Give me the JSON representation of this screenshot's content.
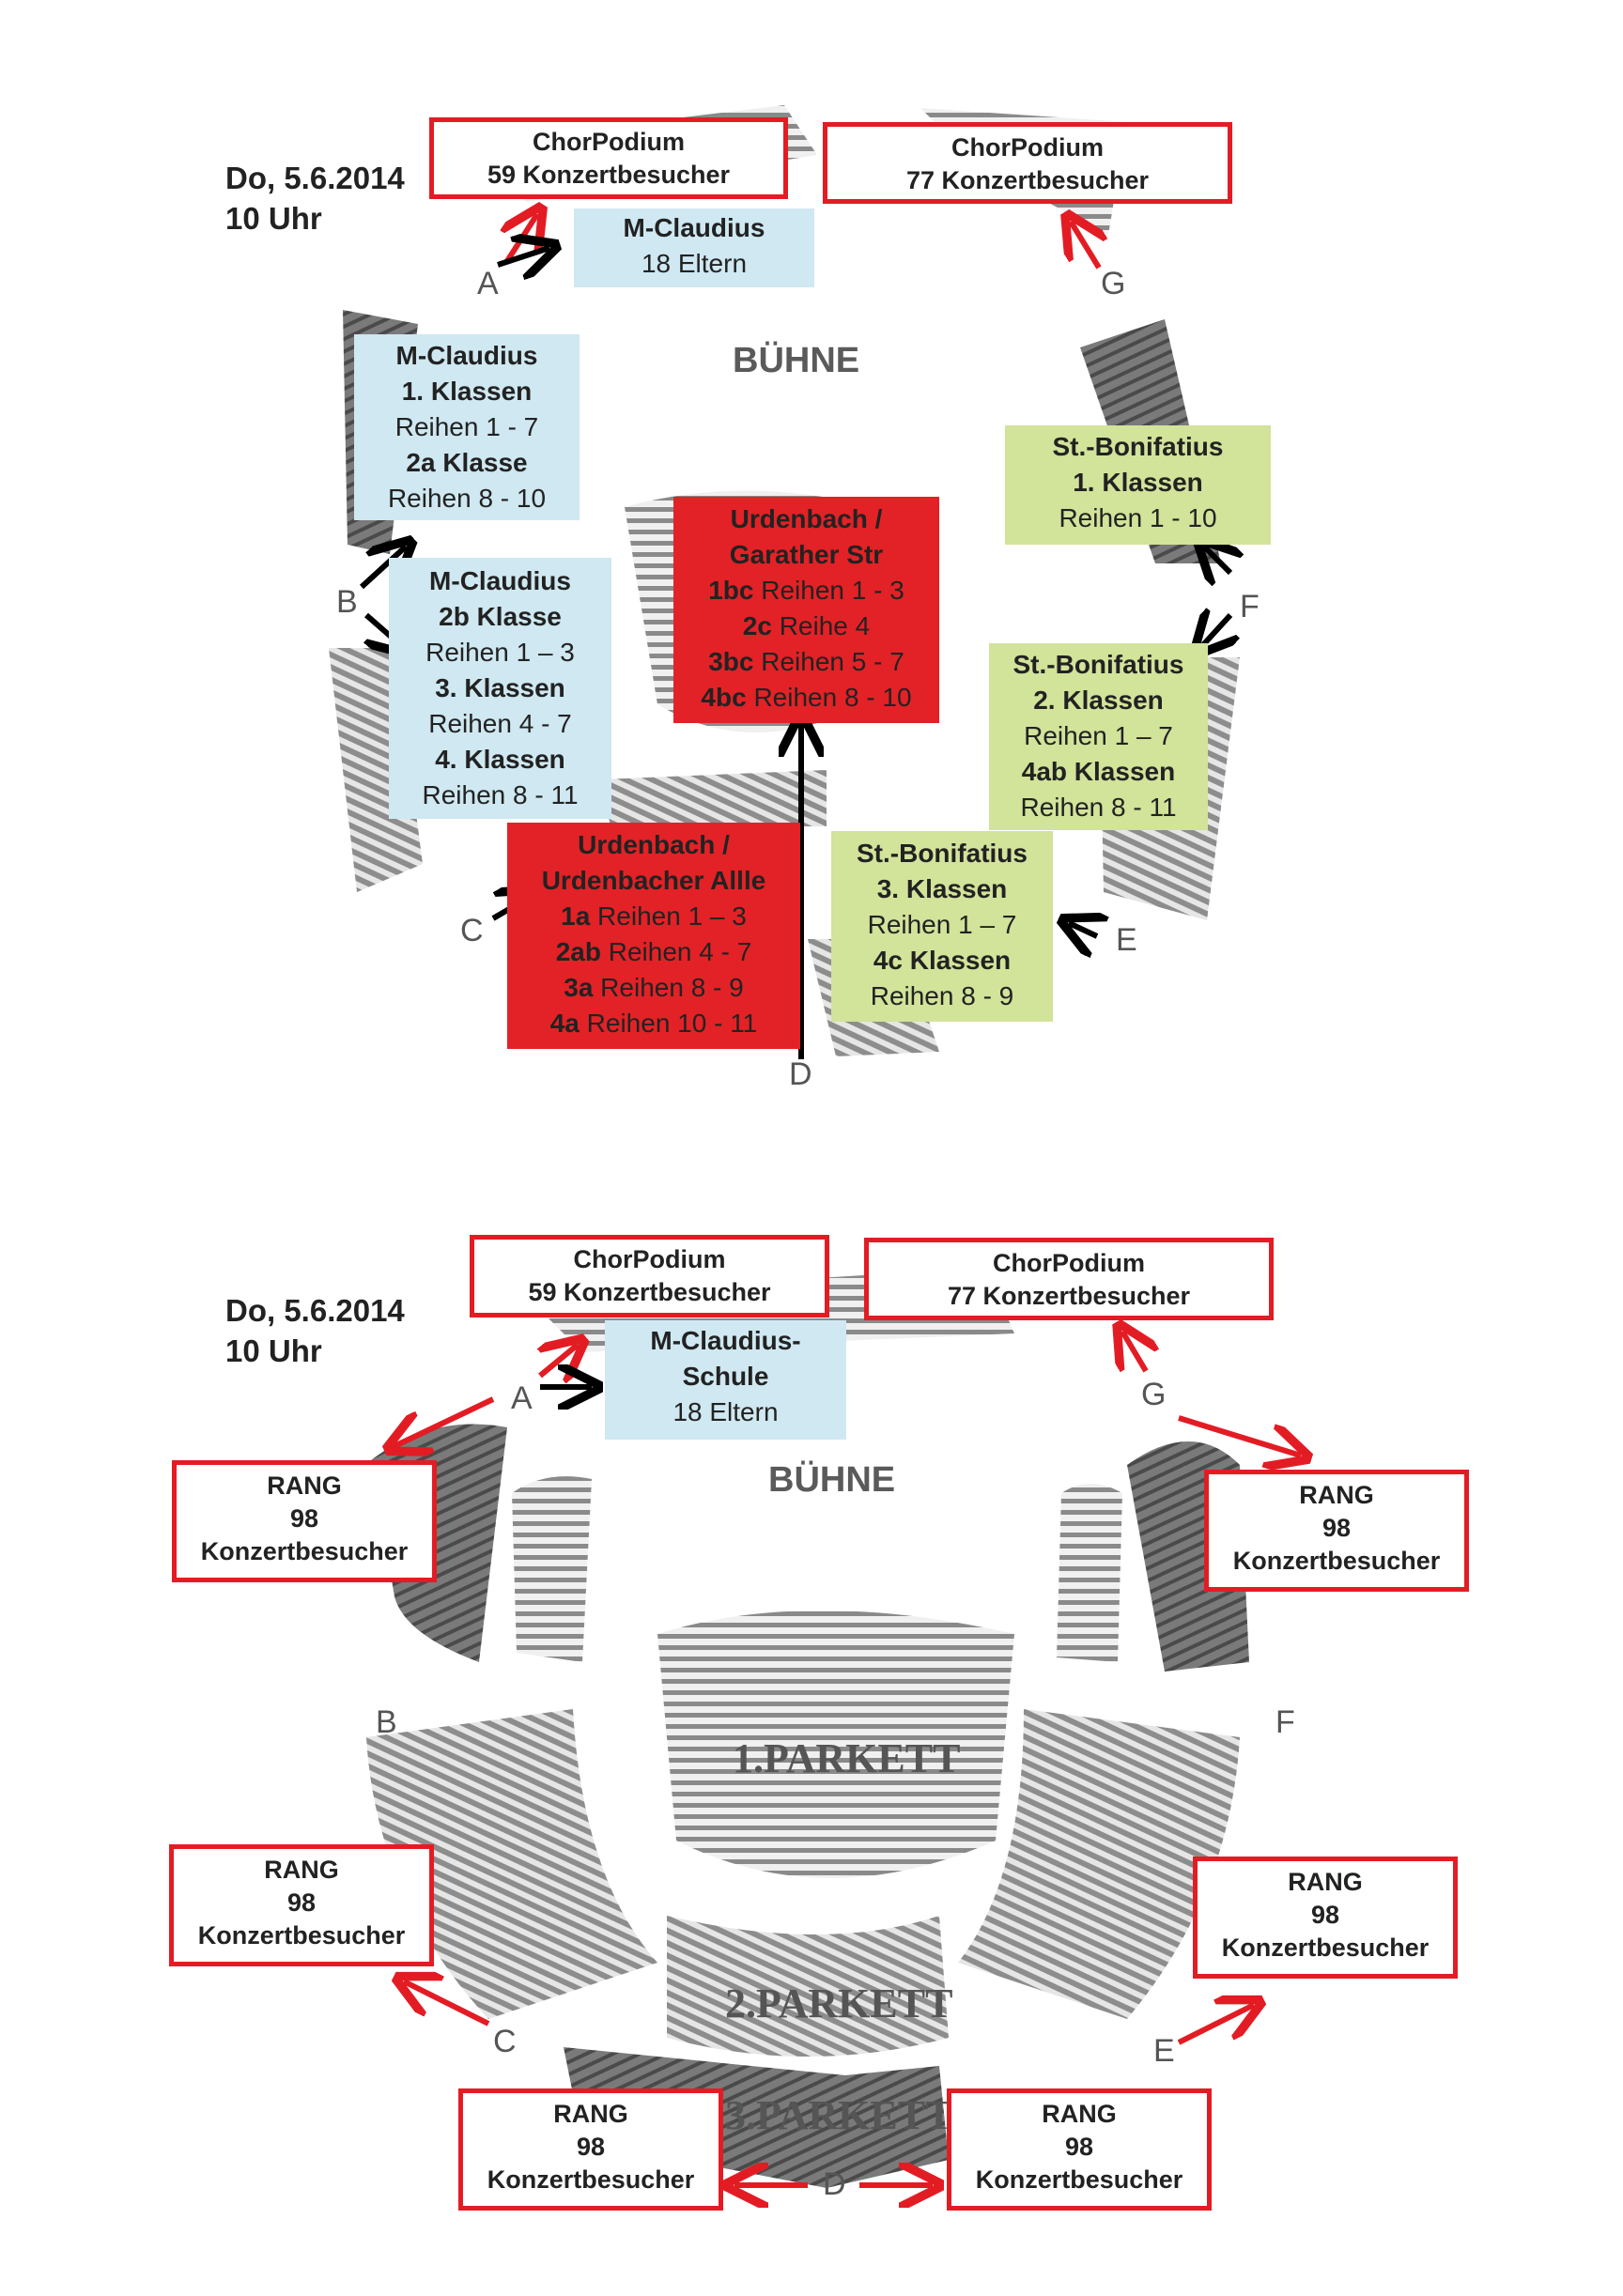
{
  "colors": {
    "box_red": "#e22226",
    "box_blue": "#cfe8f1",
    "box_green": "#d2e39a",
    "outline_red": "#e31c24"
  },
  "top": {
    "date": "Do, 5.6.2014",
    "time": "10 Uhr",
    "stage": "BÜHNE",
    "letters": {
      "A": "A",
      "B": "B",
      "C": "C",
      "D": "D",
      "E": "E",
      "F": "F",
      "G": "G"
    },
    "chor_left": {
      "title": "ChorPodium",
      "count": "59 Konzertbesucher"
    },
    "chor_right": {
      "title": "ChorPodium",
      "count": "77 Konzertbesucher"
    },
    "mc_parents": {
      "l1": "M-Claudius",
      "l2": "18  Eltern"
    },
    "mc_1": {
      "l1": "M-Claudius",
      "l2": "1. Klassen",
      "l3": "Reihen 1 - 7",
      "l4": "2a Klasse",
      "l5": "Reihen 8 - 10"
    },
    "mc_2": {
      "l1": "M-Claudius",
      "l2": "2b Klasse",
      "l3": "Reihen 1 – 3",
      "l4": "3. Klassen",
      "l5": "Reihen 4 - 7",
      "l6": "4. Klassen",
      "l7": "Reihen 8 - 11"
    },
    "ug": {
      "l1": "Urdenbach /",
      "l2": "Garather Str",
      "r1a": "1bc",
      "r1b": " Reihen 1 - 3",
      "r2a": "2c",
      "r2b": " Reihe 4",
      "r3a": "3bc",
      "r3b": " Reihen 5 - 7",
      "r4a": "4bc",
      "r4b": " Reihen 8 - 10"
    },
    "ua": {
      "l1": "Urdenbach /",
      "l2": "Urdenbacher Allle",
      "r1a": "1a",
      "r1b": " Reihen 1 – 3",
      "r2a": "2ab",
      "r2b": " Reihen 4 -  7",
      "r3a": "3a",
      "r3b": " Reihen 8 - 9",
      "r4a": "4a",
      "r4b": " Reihen 10 - 11"
    },
    "sb_1": {
      "l1": "St.-Bonifatius",
      "l2": "1. Klassen",
      "l3": "Reihen 1 - 10"
    },
    "sb_2": {
      "l1": "St.-Bonifatius",
      "l2": "2. Klassen",
      "l3": "Reihen 1 – 7",
      "l4": "4ab Klassen",
      "l5": "Reihen 8 - 11"
    },
    "sb_3": {
      "l1": "St.-Bonifatius",
      "l2": "3. Klassen",
      "l3": "Reihen 1 – 7",
      "l4": "4c Klassen",
      "l5": "Reihen 8 - 9"
    }
  },
  "bottom": {
    "date": "Do, 5.6.2014",
    "time": "10 Uhr",
    "stage": "BÜHNE",
    "parkett1": "1.PARKETT",
    "parkett2": "2.PARKETT",
    "parkett3": "3.PARKETT",
    "letters": {
      "A": "A",
      "B": "B",
      "C": "C",
      "D": "D",
      "E": "E",
      "F": "F",
      "G": "G"
    },
    "chor_left": {
      "title": "ChorPodium",
      "count": "59 Konzertbesucher"
    },
    "chor_right": {
      "title": "ChorPodium",
      "count": "77 Konzertbesucher"
    },
    "mc_school": {
      "l1": "M-Claudius-",
      "l2": "Schule",
      "l3": "18  Eltern"
    },
    "rang": {
      "title": "RANG",
      "count": "98",
      "label": "Konzertbesucher"
    }
  }
}
